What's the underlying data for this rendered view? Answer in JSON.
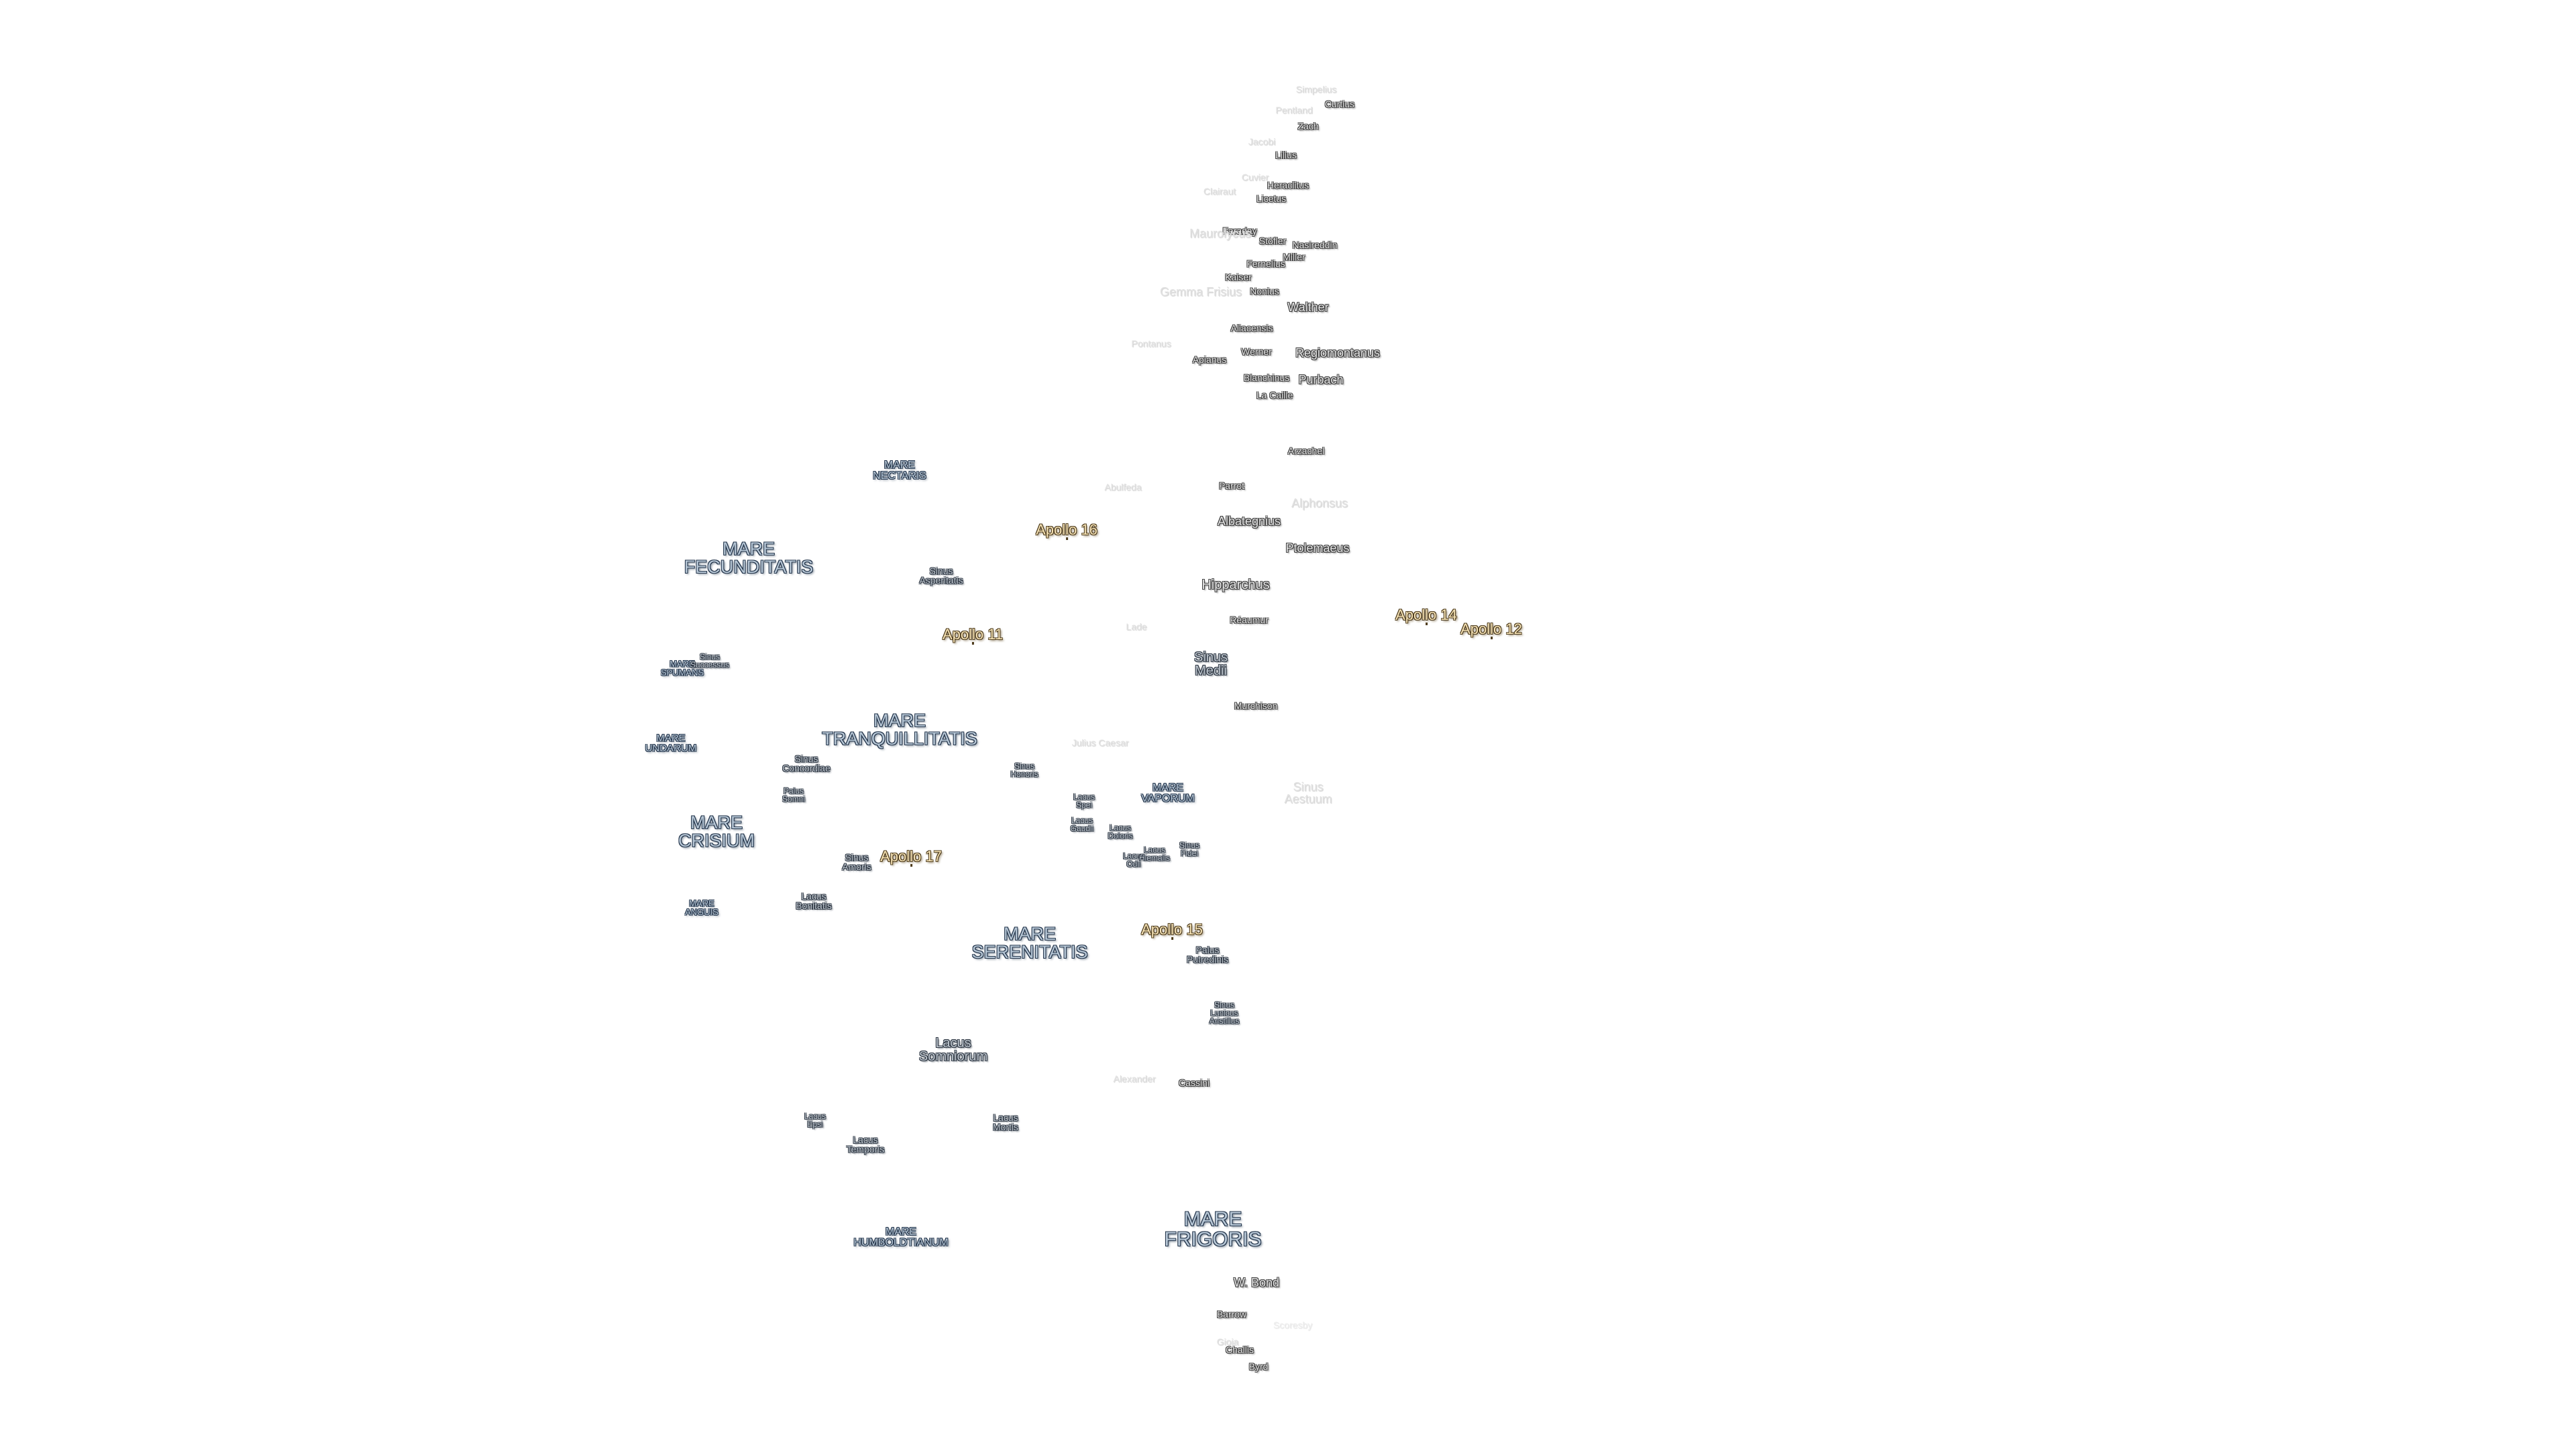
{
  "map": {
    "maria": [
      {
        "label": "MARE\nNECTARIS"
      },
      {
        "label": "MARE\nFECUNDITATIS"
      },
      {
        "label": "MARE\nSPUMANS"
      },
      {
        "label": "MARE\nUNDARUM"
      },
      {
        "label": "MARE\nTRANQUILLITATIS"
      },
      {
        "label": "MARE\nVAPORUM"
      },
      {
        "label": "MARE\nCRISIUM"
      },
      {
        "label": "MARE\nANGUIS"
      },
      {
        "label": "MARE\nSERENITATIS"
      },
      {
        "label": "MARE\nHUMBOLDTIANUM"
      },
      {
        "label": "MARE\nFRIGORIS"
      }
    ],
    "features": [
      {
        "label": "Sinus\nAsperitatis"
      },
      {
        "label": "Sinus\nSuccessus"
      },
      {
        "label": "Sinus\nConcordiae"
      },
      {
        "label": "Palus\nSomni"
      },
      {
        "label": "Sinus\nAmoris"
      },
      {
        "label": "Lacus\nBonitatis"
      },
      {
        "label": "Sinus\nMedii"
      },
      {
        "label": "Sinus\nHonoris"
      },
      {
        "label": "Lacus\nSpei"
      },
      {
        "label": "Lacus\nGaudii"
      },
      {
        "label": "Lacus\nDoloris"
      },
      {
        "label": "Lacus\nOdii"
      },
      {
        "label": "Lacus\nHiemalis"
      },
      {
        "label": "Sinus\nFidei"
      },
      {
        "label": "Palus\nPutredinis"
      },
      {
        "label": "Sinus\nLunicus\nAristillus"
      },
      {
        "label": "Lacus\nSomniorum"
      },
      {
        "label": "Lacus\nEpsi"
      },
      {
        "label": "Lacus\nTemporis"
      },
      {
        "label": "Lacus\nMortis"
      },
      {
        "label": "Sinus\nAestuum"
      }
    ],
    "craters": [
      {
        "label": "Curtius"
      },
      {
        "label": "Zach"
      },
      {
        "label": "Lilius"
      },
      {
        "label": "Heraclitus"
      },
      {
        "label": "Licetus"
      },
      {
        "label": "Stöfler"
      },
      {
        "label": "Nasireddin"
      },
      {
        "label": "Miller"
      },
      {
        "label": "Faraday"
      },
      {
        "label": "Fernelius"
      },
      {
        "label": "Kaiser"
      },
      {
        "label": "Nonius"
      },
      {
        "label": "Walther"
      },
      {
        "label": "Aliacensis"
      },
      {
        "label": "Werner"
      },
      {
        "label": "Regiomontanus"
      },
      {
        "label": "Apianus"
      },
      {
        "label": "Blanchinus"
      },
      {
        "label": "Purbach"
      },
      {
        "label": "La Caille"
      },
      {
        "label": "Arzachel"
      },
      {
        "label": "Parrot"
      },
      {
        "label": "Albategnius"
      },
      {
        "label": "Ptolemaeus"
      },
      {
        "label": "Hipparchus"
      },
      {
        "label": "Réaumur"
      },
      {
        "label": "Murchison"
      },
      {
        "label": "Cassini"
      },
      {
        "label": "W. Bond"
      },
      {
        "label": "Barrow"
      },
      {
        "label": "Challis"
      },
      {
        "label": "Byrd"
      }
    ],
    "faint_labels": [
      {
        "label": "Simpelius"
      },
      {
        "label": "Pentland"
      },
      {
        "label": "Jacobi"
      },
      {
        "label": "Cuvier"
      },
      {
        "label": "Clairaut"
      },
      {
        "label": "Maurolycus"
      },
      {
        "label": "Gemma Frisius"
      },
      {
        "label": "Pontanus"
      },
      {
        "label": "Abulfeda"
      },
      {
        "label": "Alphonsus"
      },
      {
        "label": "Lade"
      },
      {
        "label": "Julius Caesar"
      },
      {
        "label": "Alexander"
      },
      {
        "label": "Scoresby"
      },
      {
        "label": "Gioja"
      }
    ],
    "apollo_sites": [
      {
        "label": "Apollo 16"
      },
      {
        "label": "Apollo 11"
      },
      {
        "label": "Apollo 14"
      },
      {
        "label": "Apollo 12"
      },
      {
        "label": "Apollo 17"
      },
      {
        "label": "Apollo 15"
      }
    ]
  },
  "colors": {
    "background": "#ffffff",
    "mare_text": "#b7c7d6",
    "mare_outline": "#23344a",
    "crater_text": "#e4e4e4",
    "apollo_text": "#f6e3b6",
    "apollo_outline": "#4d3b1c"
  }
}
